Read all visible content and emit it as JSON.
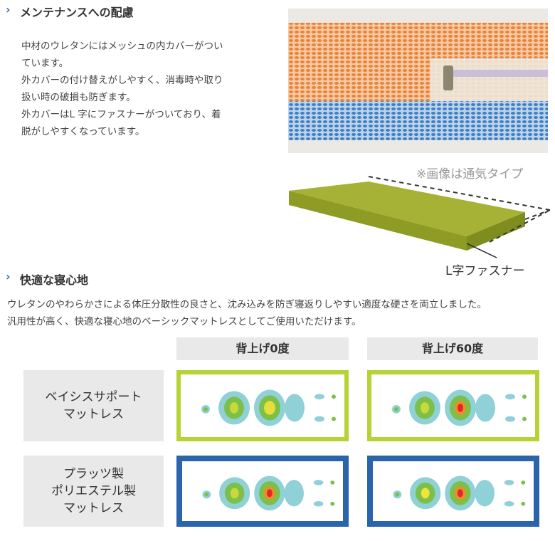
{
  "maintenance": {
    "heading": "メンテナンスへの配慮",
    "lines": [
      "中材のウレタンにはメッシュの内カバーがつい",
      "ています。",
      "外カバーの付け替えがしやすく、消毒時や取り",
      "扱い時の破損も防ぎます。",
      "外カバーはL 字にファスナーがついており、着",
      "脱がしやすくなっています。"
    ],
    "photo_caption": "※画像は通気タイプ",
    "zipper_label": "L字ファスナー"
  },
  "comfort": {
    "heading": "快適な寝心地",
    "lines": [
      "ウレタンのやわらかさによる体圧分散性の良さと、沈み込みを防ぎ寝返りしやすい適度な硬さを両立しました。",
      "汎用性が高く、快適な寝心地のベーシックマットレスとしてご使用いただけます。"
    ]
  },
  "comparison": {
    "columns": [
      "背上げ0度",
      "背上げ60度"
    ],
    "rows": [
      {
        "label": "ベイシスサポート\nマットレス",
        "border": "#b5d334"
      },
      {
        "label": "プラッツ製\nポリエステル製\nマットレス",
        "border": "#2a64ad"
      }
    ]
  },
  "colors": {
    "accent": "#3a6fb5",
    "mattress": "#9aaa2a"
  }
}
